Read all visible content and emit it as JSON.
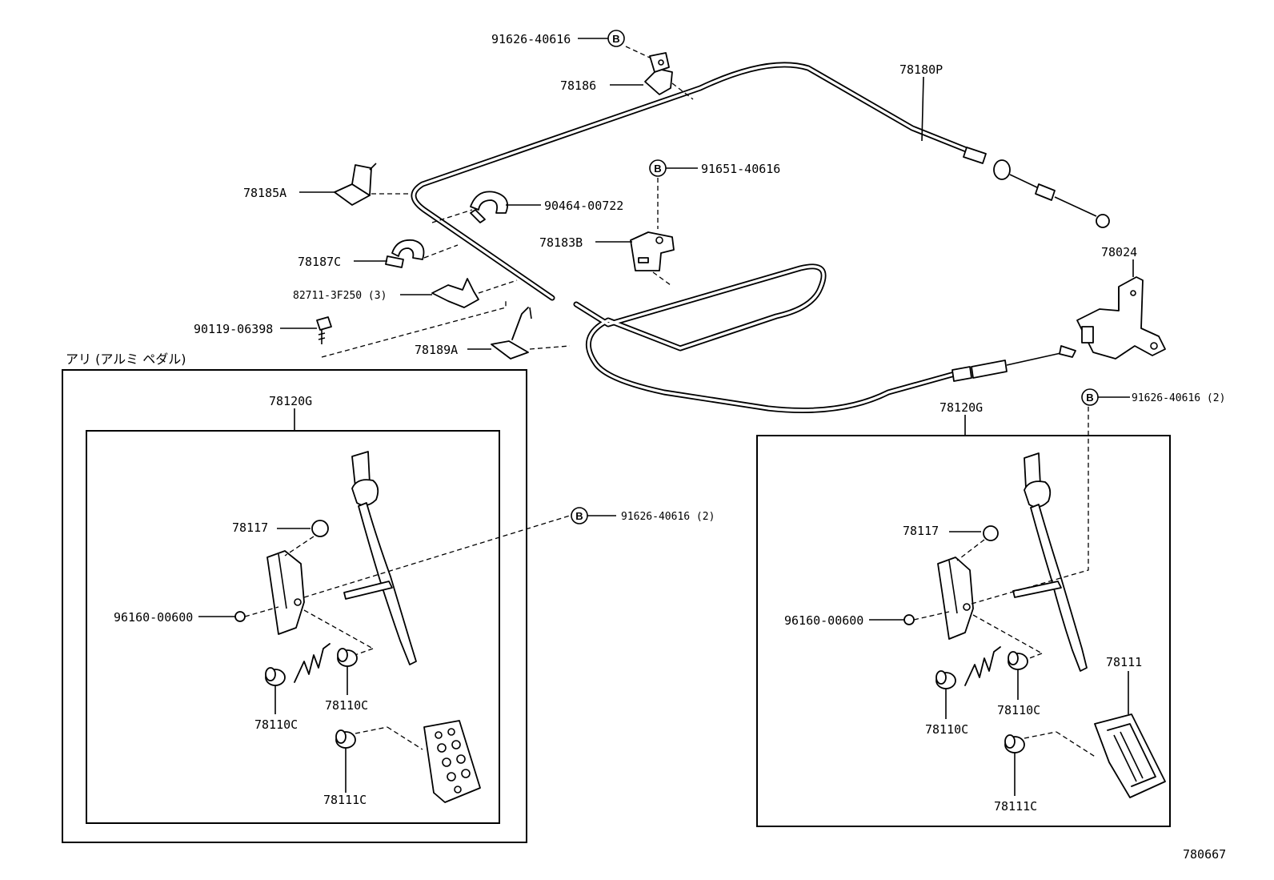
{
  "labels": {
    "p91626_40616_top": "91626-40616",
    "p78186": "78186",
    "p78180P": "78180P",
    "p78185A": "78185A",
    "p91651_40616": "91651-40616",
    "p90464_00722": "90464-00722",
    "p78183B": "78183B",
    "p78187C": "78187C",
    "p78024": "78024",
    "p82711_3F250": "82711-3F250 (3)",
    "p90119_06398": "90119-06398",
    "p78189A": "78189A",
    "variant_note": "アリ (アルミ  ペダル)",
    "p91626_40616_2_right": "91626-40616 (2)",
    "left_78120G": "78120G",
    "right_78120G": "78120G",
    "left_91626_40616_2": "91626-40616 (2)",
    "left_78117": "78117",
    "right_78117": "78117",
    "left_96160_00600": "96160-00600",
    "right_96160_00600": "96160-00600",
    "left_78110C_a": "78110C",
    "left_78110C_b": "78110C",
    "right_78110C_a": "78110C",
    "right_78110C_b": "78110C",
    "right_78111": "78111",
    "left_78111C": "78111C",
    "right_78111C": "78111C",
    "diagram_code": "780667"
  },
  "callout_letter": "B"
}
